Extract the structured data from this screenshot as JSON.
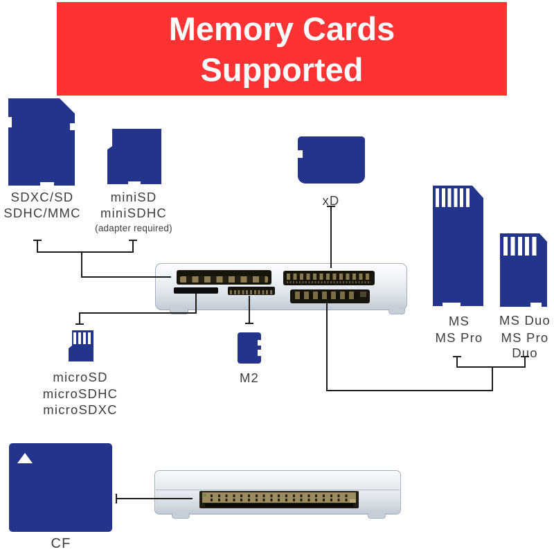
{
  "banner": {
    "line1": "Memory Cards",
    "line2": "Supported",
    "bg": "#fd3333",
    "fg": "#ffffff"
  },
  "cards": {
    "sd": {
      "lines": [
        "SDXC/SD",
        "SDHC/MMC"
      ]
    },
    "minisd": {
      "lines": [
        "miniSD",
        "miniSDHC"
      ],
      "note": "(adapter required)"
    },
    "xd": {
      "lines": [
        "xD"
      ]
    },
    "ms": {
      "lines": [
        "MS",
        "MS Pro"
      ]
    },
    "ms_duo": {
      "lines": [
        "MS Duo",
        "MS Pro",
        "Duo"
      ]
    },
    "microsd": {
      "lines": [
        "microSD",
        "microSDHC",
        "microSDXC"
      ]
    },
    "m2": {
      "lines": [
        "M2"
      ]
    },
    "cf": {
      "lines": [
        "CF"
      ]
    }
  },
  "colors": {
    "banner_red": "#fd3333",
    "card_blue": "#23348a",
    "connector_black": "#1b1b1b",
    "label_gray": "#3d3d3d",
    "reader_silver": "#d9e0e7",
    "slot_dark": "#17140c",
    "slot_pins_tan": "#8b7b50"
  }
}
